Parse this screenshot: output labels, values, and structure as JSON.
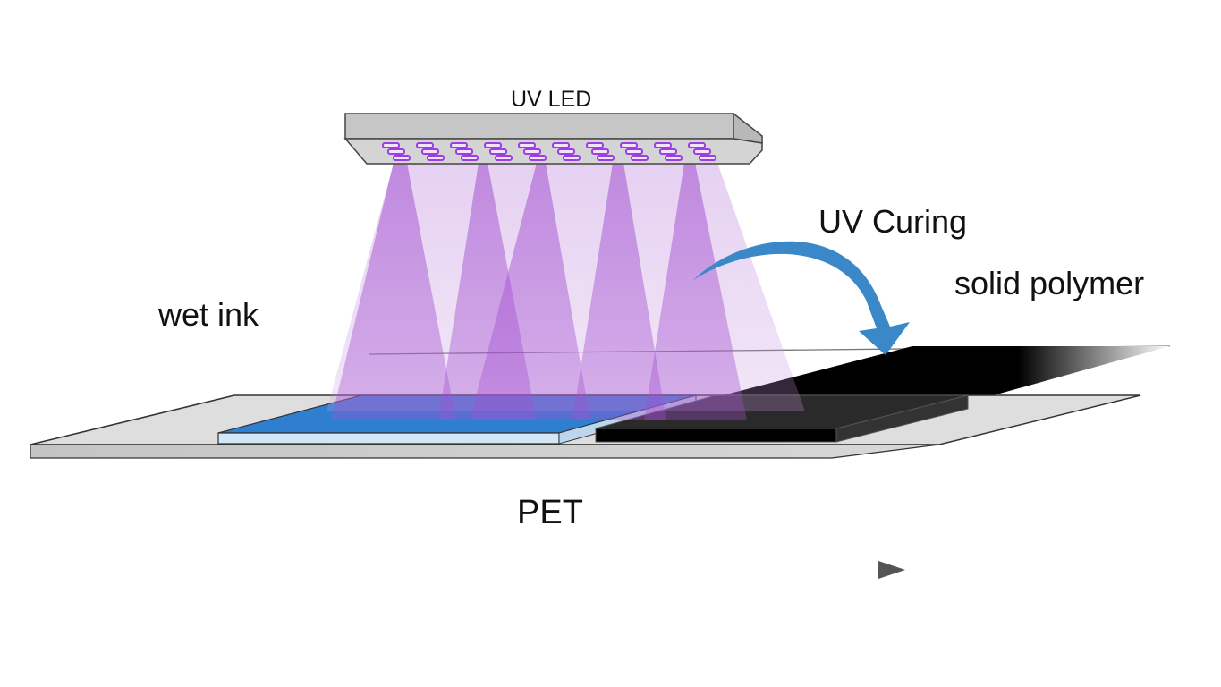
{
  "labels": {
    "uv_led": "UV LED",
    "uv_curing": "UV Curing",
    "solid_polymer": "solid polymer",
    "wet_ink": "wet ink",
    "substrate": "PET"
  },
  "led_array": {
    "columns": 10,
    "rows": 3
  },
  "colors": {
    "led_housing": "#c8c8c8",
    "led_glow": "#9b3fe0",
    "uv_beam": "#a24fd0",
    "wet_ink": "#2f7fd0",
    "solid_polymer": "#000000",
    "pet_film": "#d9d9d9",
    "curing_arrow": "#3a88c8",
    "direction_arrow": "#555555"
  },
  "icons": {
    "curing_arrow": "curved-arrow-down",
    "direction_arrow": "arrow-right"
  }
}
